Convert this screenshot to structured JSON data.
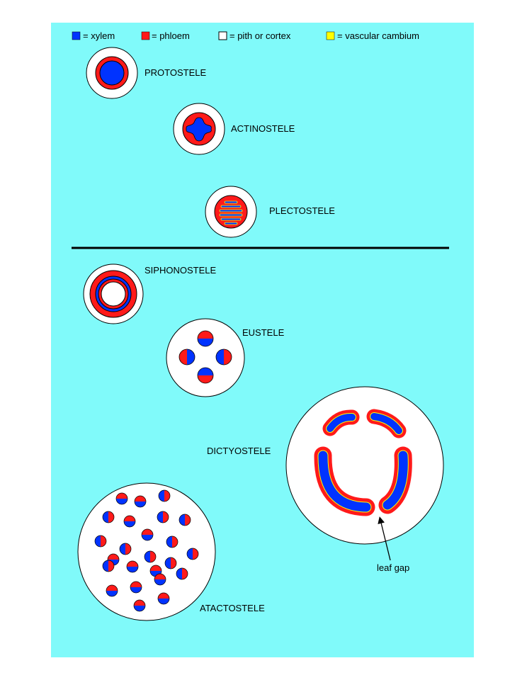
{
  "colors": {
    "background": "#80fafa",
    "xylem": "#0033ff",
    "phloem": "#ff1a1a",
    "pith": "#ffffff",
    "cambium": "#ffff00",
    "outline": "#000000"
  },
  "legend": [
    {
      "label": "= xylem",
      "color": "#0033ff"
    },
    {
      "label": "= phloem",
      "color": "#ff1a1a"
    },
    {
      "label": "= pith or cortex",
      "color": "#ffffff"
    },
    {
      "label": "= vascular cambium",
      "color": "#ffff00"
    }
  ],
  "steles": {
    "protostele": "PROTOSTELE",
    "actinostele": "ACTINOSTELE",
    "plectostele": "PLECTOSTELE",
    "siphonostele": "SIPHONOSTELE",
    "eustele": "EUSTELE",
    "dictyostele": "DICTYOSTELE",
    "atactostele": "ATACTOSTELE"
  },
  "annotations": {
    "leaf_gap": "leaf gap"
  }
}
